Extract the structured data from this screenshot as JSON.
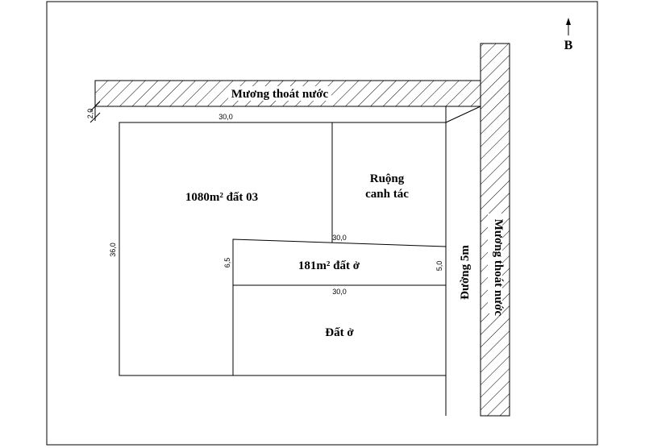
{
  "north": {
    "label": "B"
  },
  "labels": {
    "canal_top": "Mương thoát nước",
    "canal_right": "Mương thoát nước",
    "road": "Đường 5m",
    "parcel_03": "1080m² đất 03",
    "paddy_line1": "Ruộng",
    "paddy_line2": "canh tác",
    "parcel_181": "181m² đất ở",
    "residential": "Đất ở"
  },
  "dimensions": {
    "canal_width": "2,0",
    "top_edge": "30,0",
    "left_edge": "36,0",
    "strip_top": "30,0",
    "strip_bottom": "30,0",
    "strip_left": "6,5",
    "strip_right": "5,0"
  }
}
